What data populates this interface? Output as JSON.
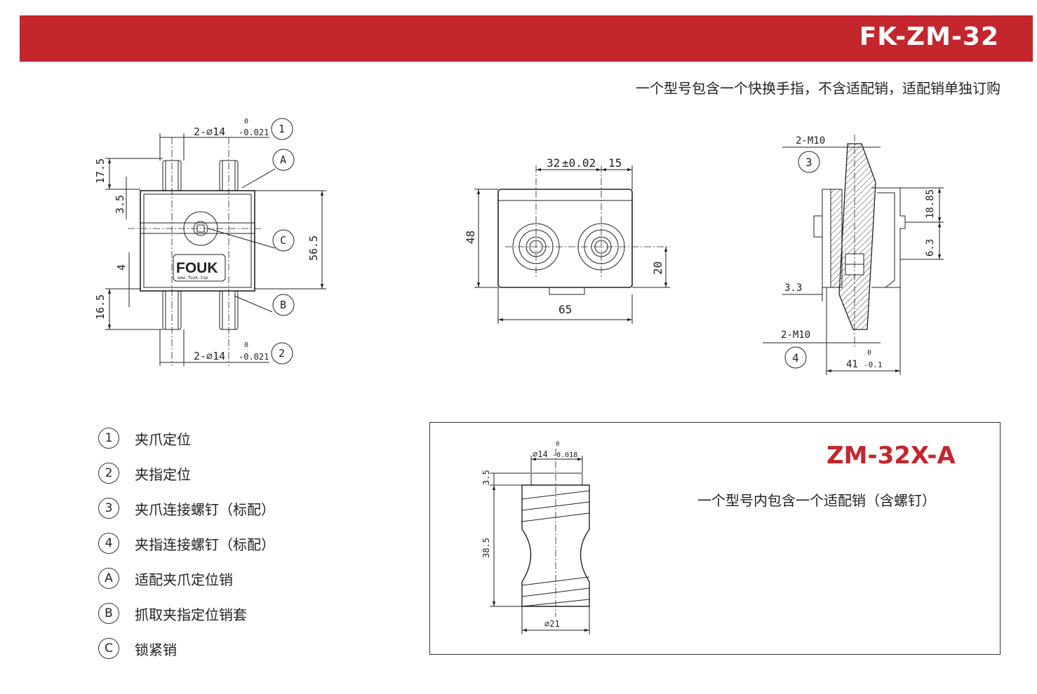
{
  "header": {
    "model": "FK-ZM-32"
  },
  "note": "一个型号包含一个快换手指，不含适配销，适配销单独订购",
  "front_view": {
    "dim_top": "2-∅14",
    "dim_bottom": "2-∅14",
    "tol_upper": "0",
    "tol_lower": "-0.021",
    "d17_5": "17.5",
    "d3_5": "3.5",
    "d4": "4",
    "d16_5": "16.5",
    "d56_5": "56.5",
    "logo": "FOUK",
    "logo_sub": "www.fouk.top",
    "callout_1": "1",
    "callout_2": "2",
    "callout_A": "A",
    "callout_B": "B",
    "callout_C": "C"
  },
  "side_view": {
    "d32": "32",
    "d32_tol": "±0.02",
    "d15": "15",
    "d48": "48",
    "d20": "20",
    "d65": "65"
  },
  "section_view": {
    "m10_top": "2-M10",
    "m10_bottom": "2-M10",
    "callout_3": "3",
    "callout_4": "4",
    "d18_85": "18.85",
    "d6_3": "6.3",
    "d3_3": "3.3",
    "d41": "41",
    "d41_tol_upper": "0",
    "d41_tol_lower": "-0.1"
  },
  "legend": [
    {
      "mark": "1",
      "text": "夹爪定位"
    },
    {
      "mark": "2",
      "text": "夹指定位"
    },
    {
      "mark": "3",
      "text": "夹爪连接螺钉（标配）"
    },
    {
      "mark": "4",
      "text": "夹指连接螺钉（标配）"
    },
    {
      "mark": "A",
      "text": "适配夹爪定位销"
    },
    {
      "mark": "B",
      "text": "抓取夹指定位销套"
    },
    {
      "mark": "C",
      "text": "锁紧销"
    }
  ],
  "accessory": {
    "title": "ZM-32X-A",
    "note": "一个型号内包含一个适配销（含螺钉）",
    "d14": "∅14",
    "d14_tol_upper": "0",
    "d14_tol_lower": "-0.018",
    "d3_5": "3.5",
    "d38_5": "38.5",
    "d21": "∅21"
  }
}
